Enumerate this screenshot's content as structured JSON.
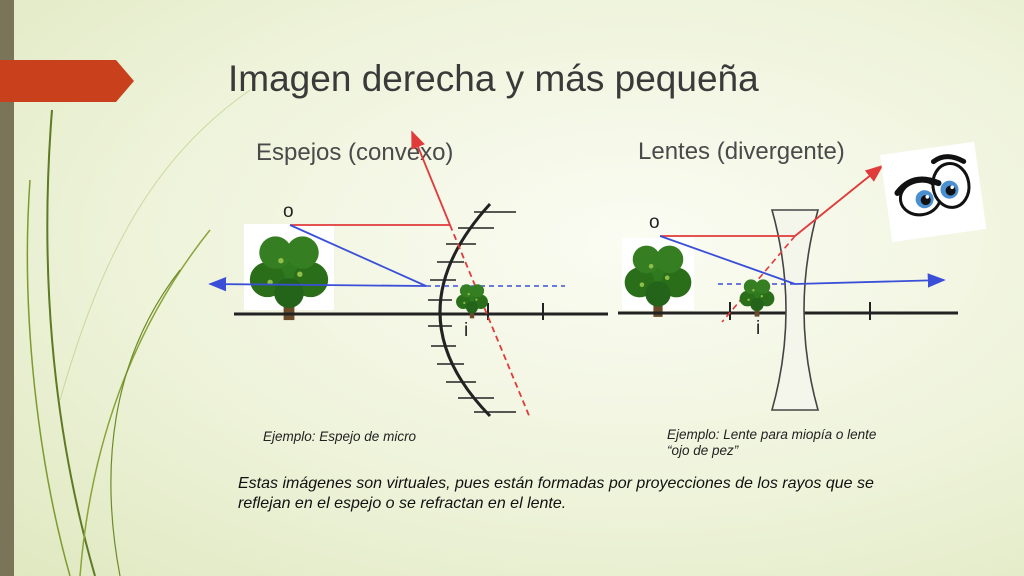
{
  "slide": {
    "title": "Imagen derecha y más pequeña",
    "mirror": {
      "heading": "Espejos (convexo)",
      "object_label": "o",
      "image_label": "i",
      "caption": "Ejemplo: Espejo de micro"
    },
    "lens": {
      "heading": "Lentes (divergente)",
      "object_label": "o",
      "image_label": "i",
      "caption_line1": "Ejemplo: Lente para miopía o lente",
      "caption_line2": "“ojo de pez”"
    },
    "note": "Estas imágenes son virtuales, pues están formadas por proyecciones de los rayos que se reflejan en el espejo o se refractan en el lente."
  },
  "colors": {
    "accent_flag": "#c8401c",
    "side_bar": "#7a7458",
    "ray_red": "#e03a3a",
    "ray_blue": "#3a4fd8",
    "tree_green": "#2f7a1f",
    "trunk": "#6b4a2a"
  },
  "icons": [
    "tree-icon",
    "cartoon-eyes-icon"
  ]
}
